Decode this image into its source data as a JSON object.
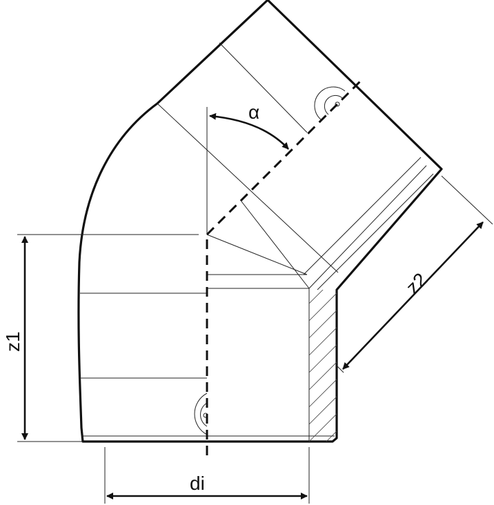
{
  "labels": {
    "alpha": "α",
    "z1": "z1",
    "z2": "z2",
    "di": "di"
  }
}
